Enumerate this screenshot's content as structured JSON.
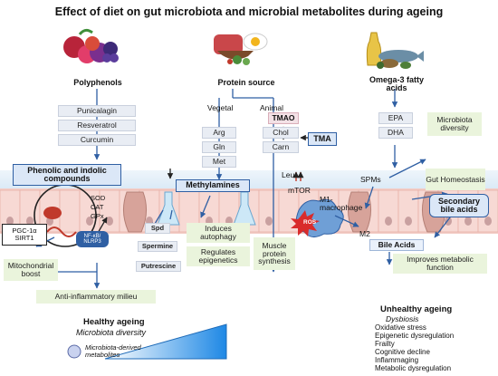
{
  "title": "Effect of diet on gut microbiota and microbial metabolites during ageing",
  "columns": {
    "polyphenols": {
      "heading": "Polyphenols",
      "items": [
        "Punicalagin",
        "Resveratrol",
        "Curcumin"
      ],
      "box": "Phenolic and indolic compounds"
    },
    "protein": {
      "heading": "Protein source",
      "vegetal": "Vegetal",
      "animal": "Animal",
      "vegetal_items": [
        "Arg",
        "Gln",
        "Met"
      ],
      "animal_items": [
        "Chol",
        "Carn"
      ],
      "tmao": "TMAO",
      "tma": "TMA",
      "methylamines": "Methylamines"
    },
    "omega3": {
      "heading": "Omega-3 fatty acids",
      "items": [
        "EPA",
        "DHA"
      ],
      "microbiota_diversity": "Microbiota diversity"
    }
  },
  "intestine": {
    "leu": "Leu",
    "mtor": "mTOR",
    "ros": "ROS",
    "m1": "M1-macrophage",
    "m2": "M2",
    "spms": "SPMs",
    "sod": "SOD",
    "cat": "CAT",
    "gpx": "GPx",
    "pgc": "PGC-1α",
    "sirt": "SIRT1",
    "nfkb": "NF-κB/ NLRP3",
    "spd": "Spd",
    "spermine": "Spermine",
    "putrescine": "Putrescine",
    "gut_homeostasis": "Gut Homeostasis",
    "secondary_bile_acids": "Secondary bile acids",
    "bile_acids": "Bile Acids"
  },
  "outcomes": {
    "mitochondrial": "Mitochondrial boost",
    "anti_inflammatory": "Anti-inflammatory milieu",
    "autophagy": "Induces autophagy",
    "epigenetics": "Regulates epigenetics",
    "muscle": "Muscle protein synthesis",
    "metabolic": "Improves metabolic function"
  },
  "legend": {
    "healthy_title": "Healthy ageing",
    "healthy_sub": "Microbiota diversity",
    "metabolites_label": "Microbiota-derived metabolites",
    "unhealthy_title": "Unhealthy ageing",
    "unhealthy_sub": "Dysbiosis",
    "unhealthy_items": [
      "Oxidative stress",
      "Epigenetic dysregulation",
      "Frailty",
      "Cognitive decline",
      "Inflammaging",
      "Metabolic dysregulation"
    ]
  },
  "colors": {
    "accent_blue": "#2f5fa3",
    "pale_box": "#e9edf4",
    "green_box": "#eaf4dc",
    "tissue_pink": "#f2c9c3",
    "ros_red": "#d92b2b",
    "tma_fill": "#dbe7f7"
  }
}
